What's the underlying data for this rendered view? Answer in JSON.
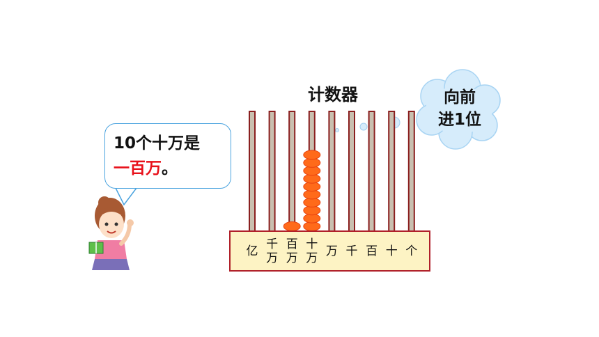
{
  "title": "计数器",
  "speech": {
    "line1": "10个十万是",
    "line2_highlight": "一百万",
    "line2_end": "。"
  },
  "cloud": {
    "line1": "向前",
    "line2": "进1位"
  },
  "abacus": {
    "place_values": [
      {
        "top": "亿",
        "bottom": ""
      },
      {
        "top": "千",
        "bottom": "万"
      },
      {
        "top": "百",
        "bottom": "万"
      },
      {
        "top": "十",
        "bottom": "万"
      },
      {
        "top": "万",
        "bottom": ""
      },
      {
        "top": "千",
        "bottom": ""
      },
      {
        "top": "百",
        "bottom": ""
      },
      {
        "top": "十",
        "bottom": ""
      },
      {
        "top": "个",
        "bottom": ""
      }
    ],
    "bead_counts": [
      0,
      0,
      1,
      10,
      0,
      0,
      0,
      0,
      0
    ],
    "colors": {
      "rod_fill": "#c9c0b0",
      "rod_border": "#8a1f1f",
      "base_fill": "#fdf3c4",
      "base_border": "#b0202a",
      "bead": "#ff6a1a",
      "bead_border": "#e8430f",
      "bubble_border": "#4aa3df",
      "cloud_fill": "#d6ecfb",
      "highlight_text": "#e8101a"
    }
  }
}
